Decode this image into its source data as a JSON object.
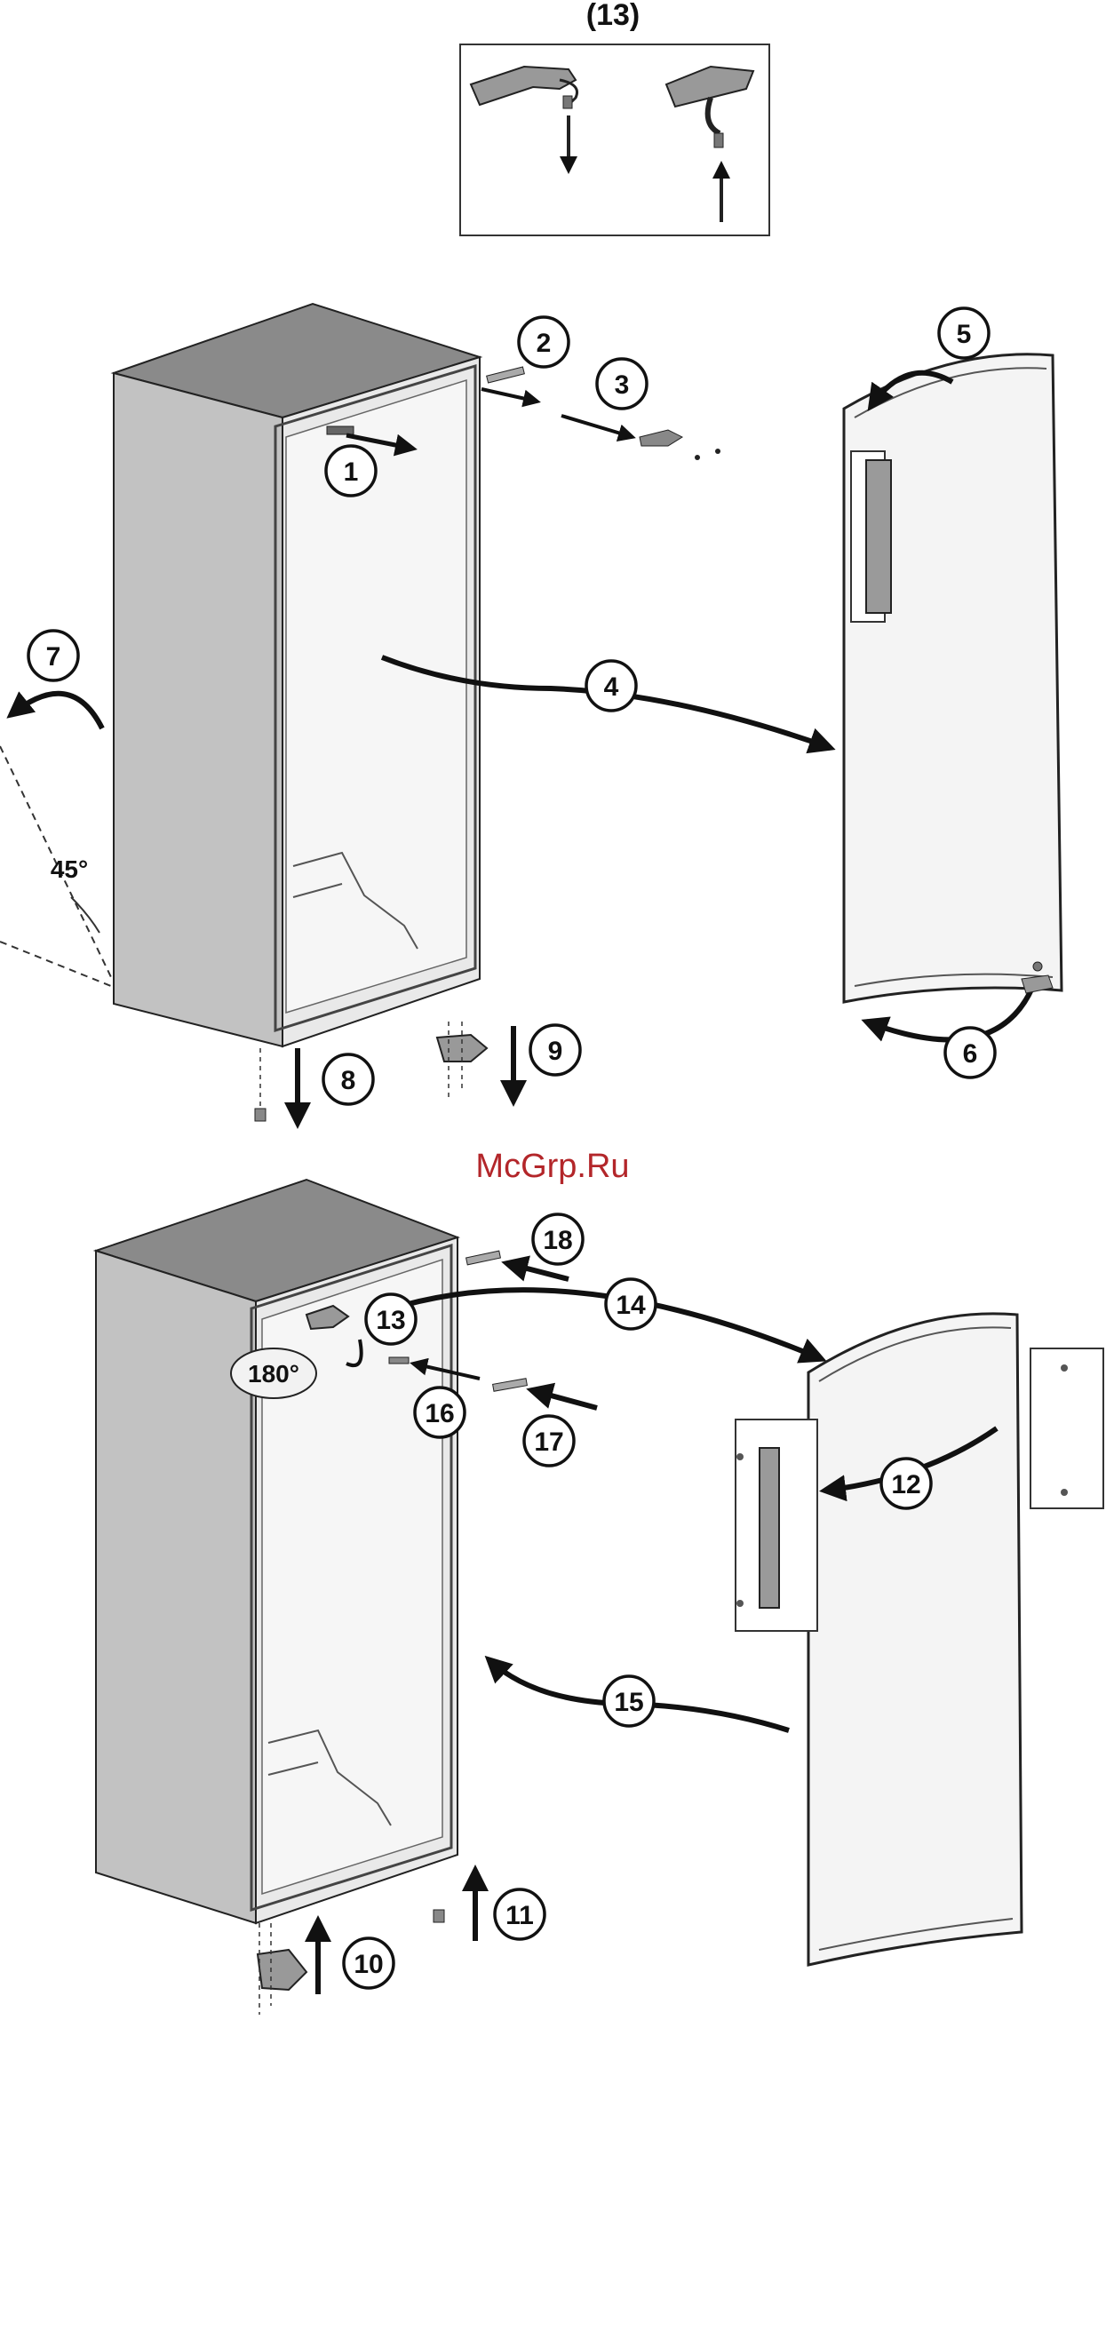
{
  "inset": {
    "title": "(13)"
  },
  "steps": {
    "s1": "1",
    "s2": "2",
    "s3": "3",
    "s4": "4",
    "s5": "5",
    "s6": "6",
    "s7": "7",
    "s8": "8",
    "s9": "9",
    "s10": "10",
    "s11": "11",
    "s12": "12",
    "s13": "13",
    "s14": "14",
    "s15": "15",
    "s16": "16",
    "s17": "17",
    "s18": "18"
  },
  "angle_label": "45°",
  "rotation_badge": "180°",
  "watermark": "McGrp.Ru"
}
